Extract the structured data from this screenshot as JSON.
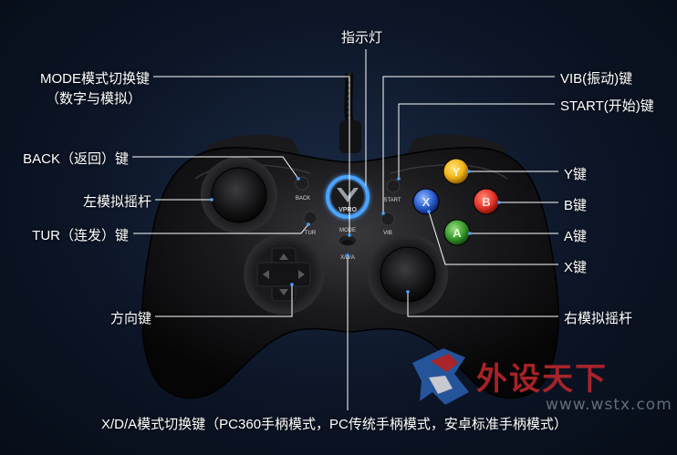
{
  "labels": {
    "indicator": "指示灯",
    "mode_line1": "MODE模式切换键",
    "mode_line2": "（数字与模拟）",
    "back": "BACK（返回）键",
    "left_stick": "左模拟摇杆",
    "turbo": "TUR（连发）键",
    "dpad": "方向键",
    "xda": "X/D/A模式切换键（PC360手柄模式，PC传统手柄模式，安卓标准手柄模式）",
    "vib": "VIB(振动)键",
    "start": "START(开始)键",
    "y": "Y键",
    "b": "B键",
    "a": "A键",
    "x": "X键",
    "right_stick": "右模拟摇杆"
  },
  "device_text": {
    "back": "BACK",
    "start": "START",
    "tur": "TUR",
    "vib": "VIB",
    "mode": "MODE",
    "xda": "X/D/A",
    "logo": "VPRO",
    "btn_y": "Y",
    "btn_b": "B",
    "btn_a": "A",
    "btn_x": "X"
  },
  "watermark": {
    "text": "外设天下",
    "url": "www.wstx.com"
  },
  "colors": {
    "leader_line": "#ffffff",
    "glow": "#4aa3ff",
    "btn_y": "#f2b416",
    "btn_b": "#e8352a",
    "btn_a": "#3a9a2e",
    "btn_x": "#2a5fd0",
    "watermark": "#c4282c"
  }
}
